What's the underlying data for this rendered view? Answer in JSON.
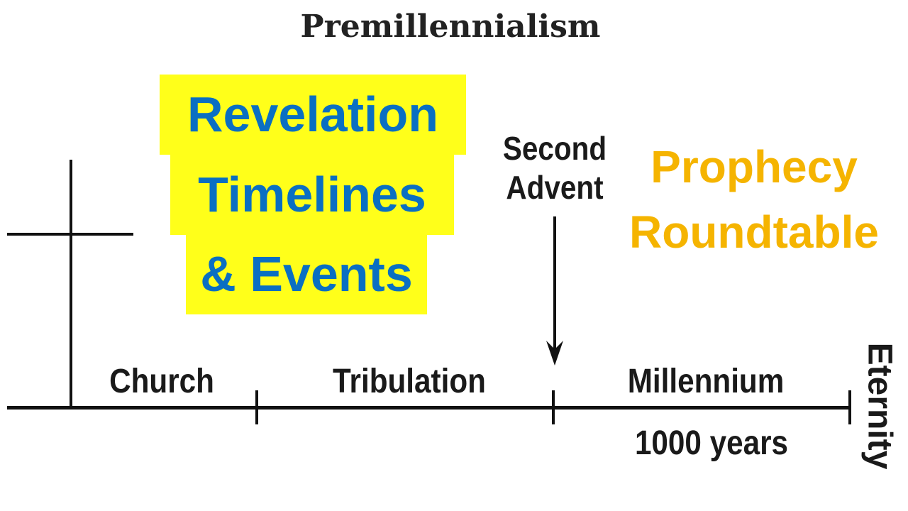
{
  "title": "Premillennialism",
  "banner": {
    "line1": "Revelation",
    "line2": "Timelines",
    "line3": "& Events"
  },
  "subtitle": {
    "line1": "Prophecy",
    "line2": "Roundtable"
  },
  "event": {
    "line1": "Second",
    "line2": "Advent"
  },
  "periods": [
    "Church",
    "Tribulation",
    "Millennium"
  ],
  "millennium_duration": "1000 years",
  "end_label": "Eternity",
  "colors": {
    "banner_bg": "#ffff1a",
    "banner_text": "#0a6fc2",
    "subtitle_text": "#f5b400"
  }
}
